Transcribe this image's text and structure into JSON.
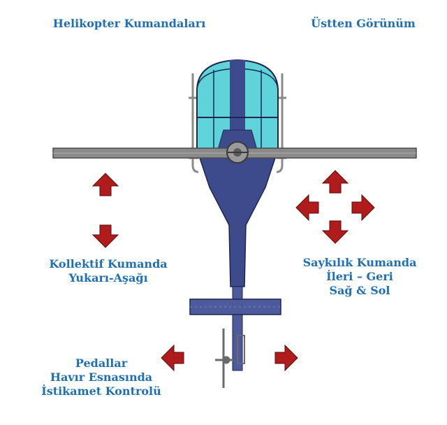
{
  "titles": {
    "left": "Helikopter Kumandaları",
    "right": "Üstten Görünüm"
  },
  "collective": {
    "line1": "Kollektif  Kumanda",
    "line2": "Yukarı-Aşağı"
  },
  "cyclic": {
    "line1": "Saykılık  Kumanda",
    "line2": "İleri – Geri",
    "line3": "Sağ & Sol"
  },
  "pedals": {
    "line1": "Pedallar",
    "line2": "Havır Esnasında",
    "line3": "İstikamet Kontrolü"
  },
  "colors": {
    "label_blue": "#1f6fb2",
    "arrow_red": "#b01c1c",
    "fuselage_navy": "#3d4a8c",
    "canopy_cyan": "#5fd4d8",
    "rotor_gray": "#7a7a7a"
  }
}
